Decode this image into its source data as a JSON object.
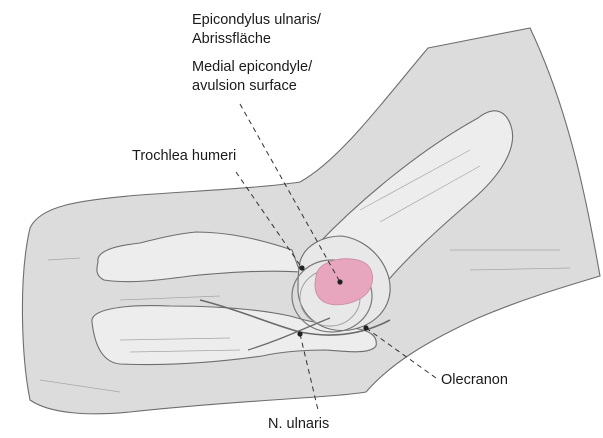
{
  "labels": {
    "medial_epicondyle_de_line1": "Epicondylus ulnaris/",
    "medial_epicondyle_de_line2": "Abrissfläche",
    "medial_epicondyle_en_line1": "Medial epicondyle/",
    "medial_epicondyle_en_line2": "avulsion surface",
    "trochlea": "Trochlea humeri",
    "olecranon": "Olecranon",
    "ulnar_nerve": "N. ulnaris"
  },
  "colors": {
    "skin": "#dcdcdc",
    "bone": "#ededed",
    "avulsion": "#e7a6bd"
  }
}
